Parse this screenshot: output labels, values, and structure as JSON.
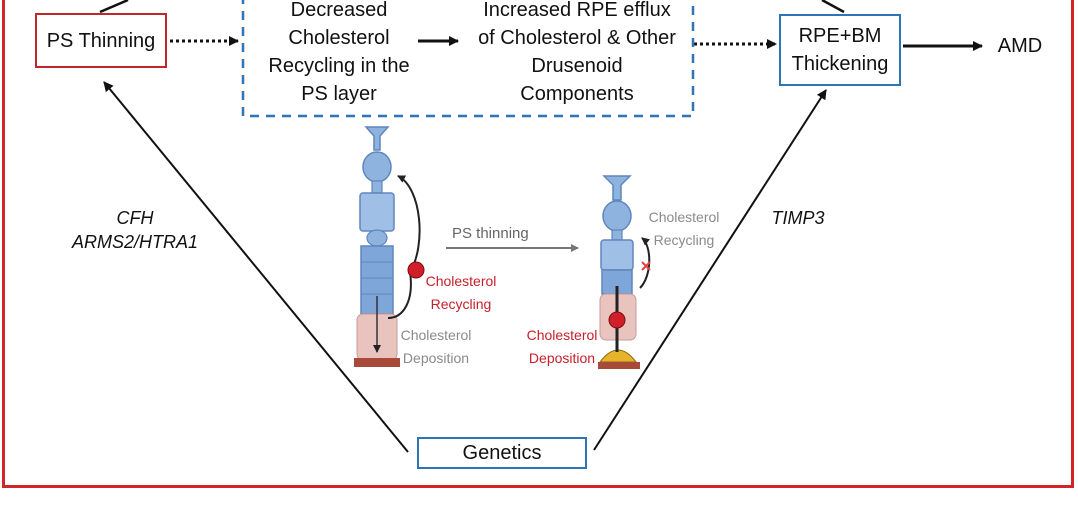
{
  "nodes": {
    "ps_thinning": "PS Thinning",
    "decreased_recycling_lines": [
      "Decreased",
      "Cholesterol",
      "Recycling in the",
      "PS layer"
    ],
    "increased_efflux_lines": [
      "Increased RPE efflux",
      "of Cholesterol & Other",
      "Drusenoid",
      "Components"
    ],
    "rpe_bm_lines": [
      "RPE+BM",
      "Thickening"
    ],
    "amd": "AMD",
    "genetics": "Genetics"
  },
  "genes": {
    "left_lines": [
      "CFH",
      "ARMS2/HTRA1"
    ],
    "right": "TIMP3"
  },
  "illustration": {
    "arrow_label": "PS thinning",
    "left_recycling": [
      "Cholesterol",
      "Recycling"
    ],
    "left_deposition": [
      "Cholesterol",
      "Deposition"
    ],
    "right_recycling": [
      "Cholesterol",
      "Recycling"
    ],
    "right_deposition": [
      "Cholesterol",
      "Deposition"
    ]
  },
  "colors": {
    "frame": "#d4242a",
    "ps_box_border": "#c0272d",
    "blue_border": "#2e75b6",
    "label_red": "#c8202a",
    "label_gray": "#8a8a8a",
    "cell_blue": "#8fb3df",
    "cell_blue_dark": "#5f86bd"
  }
}
